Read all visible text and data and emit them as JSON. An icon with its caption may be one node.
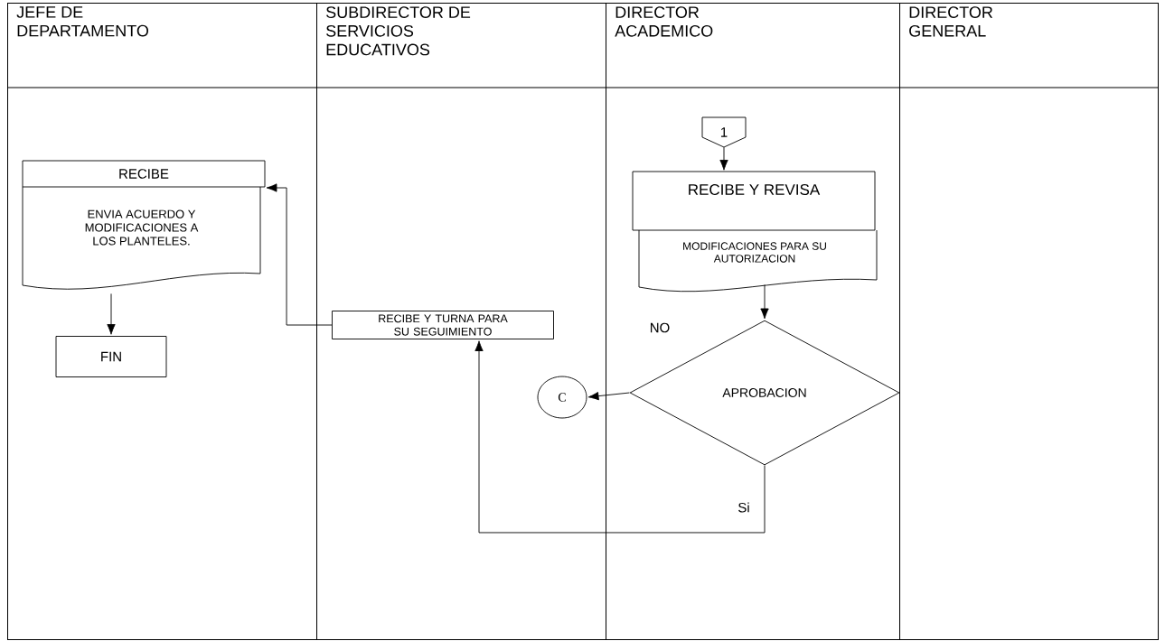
{
  "diagram": {
    "nodes": [
      {
        "text": [
          "JEFE DE DEPARTAMENTO"
        ]
      },
      {
        "text": [
          "SUBDIRECTOR DE SERVICIOS EDUCATIVOS"
        ]
      },
      {
        "text": [
          "DIRECTOR ACADEMICO"
        ]
      },
      {
        "text": [
          "DIRECTOR GENERAL"
        ]
      },
      {
        "text": [
          "RECIBE",
          "ENVIA ACUERDO Y MODIFICACIONES A LOS PLANTELES."
        ],
        "in": 0
      },
      {
        "text": [
          "FIN"
        ],
        "in": 0
      },
      {
        "text": [
          "RECIBE Y TURNA PARA SU SEGUIMIENTO"
        ],
        "in": 1
      },
      {
        "text": [
          "1"
        ],
        "in": 2
      },
      {
        "text": [
          "RECIBE Y REVISA",
          "MODIFICACIONES PARA SU AUTORIZACION"
        ],
        "in": 2
      },
      {
        "text": [
          "APROBACION"
        ],
        "in": 2
      },
      {
        "text": [
          "C"
        ],
        "in": 1
      }
    ],
    "edges": [
      {
        "from": 7,
        "to": 8,
        "arrow": "to"
      },
      {
        "from": 8,
        "to": 9,
        "arrow": "to"
      },
      {
        "from": 9,
        "to": 10,
        "arrow": "to",
        "label": "NO"
      },
      {
        "from": 9,
        "to": 6,
        "arrow": "to",
        "label": "Si"
      },
      {
        "from": 6,
        "to": 4,
        "arrow": "to"
      },
      {
        "from": 4,
        "to": 5,
        "arrow": "to"
      }
    ]
  }
}
